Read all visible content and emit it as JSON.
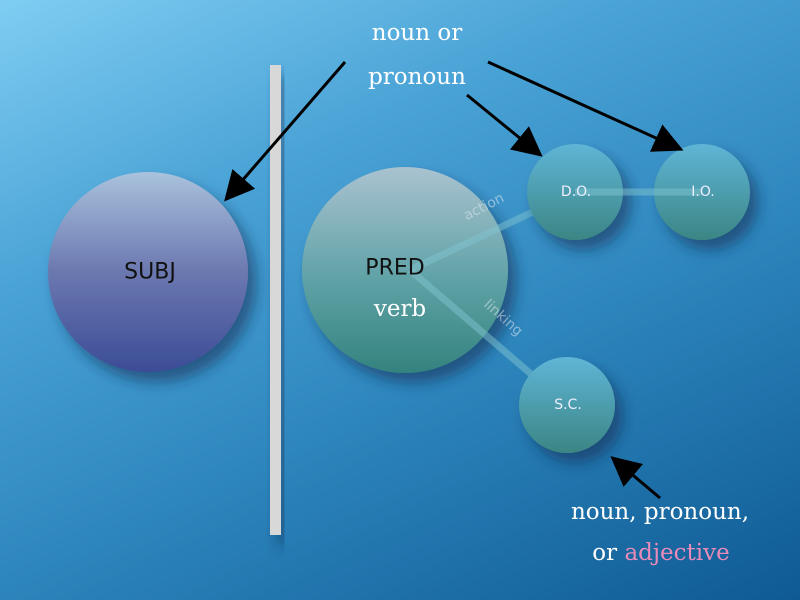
{
  "top_label": {
    "line1": "noun or",
    "line2": "pronoun"
  },
  "nodes": {
    "subject": "SUBJ",
    "predicate": "PRED",
    "predicate_sub": "verb",
    "direct_object": "D.O.",
    "indirect_object": "I.O.",
    "subject_complement": "S.C."
  },
  "links": {
    "action": "action",
    "linking": "linking"
  },
  "bottom_label": {
    "line1": "noun, pronoun,",
    "line2_prefix": "or",
    "line2_highlight": "adjective"
  },
  "colors": {
    "highlight": "#e98bb8"
  }
}
